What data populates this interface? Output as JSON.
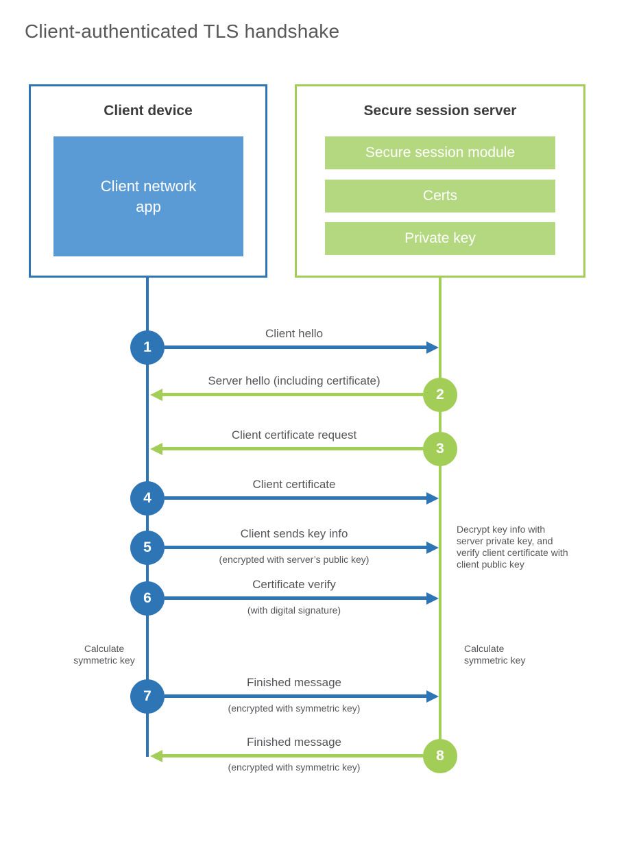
{
  "title": "Client-authenticated TLS handshake",
  "client": {
    "title": "Client device",
    "app_label": "Client network app"
  },
  "server": {
    "title": "Secure session server",
    "modules": [
      "Secure session module",
      "Certs",
      "Private key"
    ]
  },
  "steps": [
    {
      "number": "1",
      "label": "Client hello",
      "direction": "right",
      "color": "blue"
    },
    {
      "number": "2",
      "label": "Server hello (including certificate)",
      "direction": "left",
      "color": "green"
    },
    {
      "number": "3",
      "label": "Client certificate request",
      "direction": "left",
      "color": "green"
    },
    {
      "number": "4",
      "label": "Client certificate",
      "direction": "right",
      "color": "blue"
    },
    {
      "number": "5",
      "label": "Client sends key info",
      "sublabel": "(encrypted with server’s public key)",
      "direction": "right",
      "color": "blue"
    },
    {
      "number": "6",
      "label": "Certificate verify",
      "sublabel": "(with digital signature)",
      "direction": "right",
      "color": "blue"
    },
    {
      "number": "7",
      "label": "Finished message",
      "sublabel": "(encrypted with symmetric key)",
      "direction": "right",
      "color": "blue"
    },
    {
      "number": "8",
      "label": "Finished message",
      "sublabel": "(encrypted with symmetric key)",
      "direction": "left",
      "color": "green"
    }
  ],
  "annotations": {
    "decrypt_note": "Decrypt key info with server private key, and verify client certificate with client public key",
    "calc_left": "Calculate symmetric key",
    "calc_right": "Calculate symmetric key"
  },
  "colors": {
    "blue_stroke": "#2e75b6",
    "blue_fill": "#5b9bd5",
    "green_stroke": "#a2ce58",
    "green_fill": "#b4d87f",
    "label_gray": "#55565a",
    "title_gray": "#57585a"
  }
}
